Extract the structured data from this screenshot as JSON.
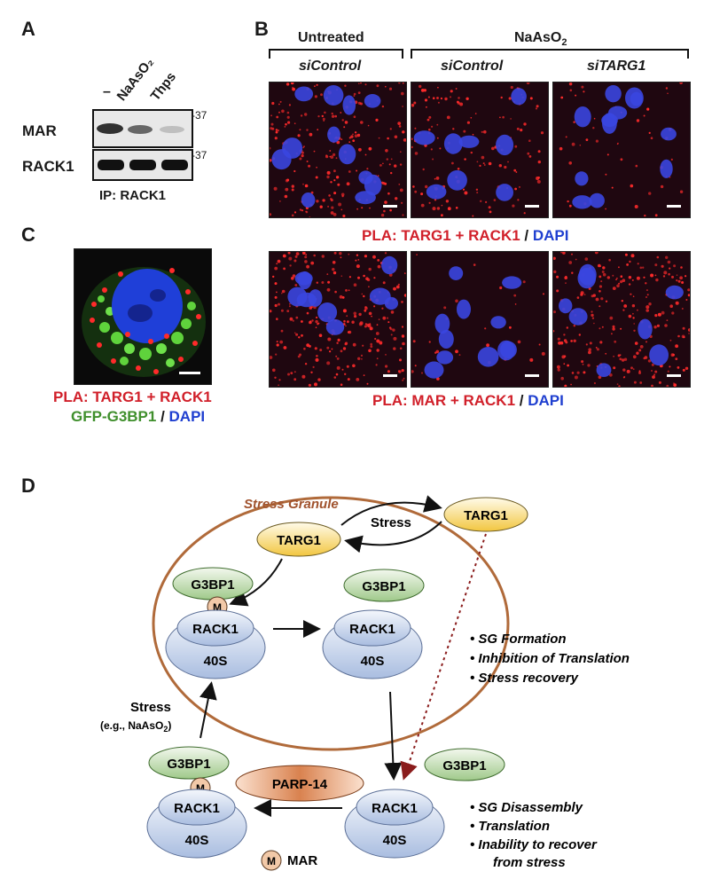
{
  "panels": {
    "a": "A",
    "b": "B",
    "c": "C",
    "d": "D"
  },
  "panel_a": {
    "lanes": [
      "–",
      "NaAsO₂",
      "Thps"
    ],
    "rows": [
      "MAR",
      "RACK1"
    ],
    "marker_mar": "-37",
    "marker_rack1": "-37",
    "ip_label": "IP: RACK1",
    "mar_band_intensity": [
      0.9,
      0.7,
      0.25
    ],
    "rack1_band_intensity": [
      0.95,
      0.95,
      0.95
    ]
  },
  "panel_b": {
    "group_untreated": "Untreated",
    "group_treated": "NaAsO",
    "group_treated_sub": "2",
    "col1": "siControl",
    "col2": "siControl",
    "col3": "siTARG1",
    "caption1_pla": "PLA: TARG1 + RACK1",
    "caption1_sep": " / ",
    "caption1_dapi": "DAPI",
    "caption2_pla": "PLA: MAR + RACK1",
    "caption2_sep": " / ",
    "caption2_dapi": "DAPI"
  },
  "panel_c": {
    "caption_pla": "PLA: TARG1 + RACK1",
    "caption_gfp": "GFP-G3BP1",
    "caption_sep": " / ",
    "caption_dapi": "DAPI"
  },
  "panel_d": {
    "stress_granule": "Stress Granule",
    "targ1": "TARG1",
    "g3bp1": "G3BP1",
    "rack1": "RACK1",
    "s40": "40S",
    "m": "M",
    "parp14": "PARP-14",
    "stress": "Stress",
    "stress_eg": "(e.g., NaAsO",
    "stress_eg_sub": "2",
    "stress_eg_end": ")",
    "mar_legend": "MAR",
    "bullets_top": [
      "• SG Formation",
      "• Inhibition of Translation",
      "• Stress recovery"
    ],
    "bullets_bottom": [
      "• SG Disassembly",
      "• Translation",
      "• Inability to recover",
      "from stress"
    ]
  },
  "colors": {
    "pla_red": "#d1202a",
    "dapi_blue": "#1f3fd0",
    "gfp_green": "#3f8f2c",
    "sg_circle": "#b06a3a"
  }
}
